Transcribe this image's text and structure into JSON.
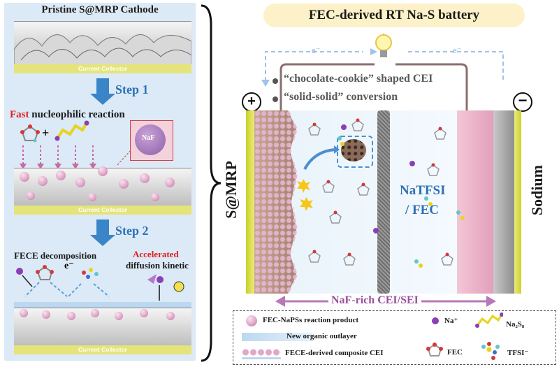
{
  "left_panel": {
    "title": "Pristine S@MRP Cathode",
    "current_collector_label": "Current    Collector",
    "step1_label": "Step 1",
    "fast_word": "Fast",
    "nucleophilic_text": " nucleophilic reaction",
    "plus_sign": "+",
    "naf_label": "NaF",
    "step2_label": "Step 2",
    "fece_decomp": "FECE decomposition",
    "electron_label": "e⁻",
    "accelerated_word": "Accelerated",
    "diffusion_text": "diffusion kinetic"
  },
  "right_panel": {
    "title": "FEC-derived RT Na-S battery",
    "electron_left": "e⁻",
    "electron_right": "e⁻",
    "bullet1": "“chocolate-cookie” shaped CEI",
    "bullet2": "“solid-solid” conversion",
    "plus_terminal": "+",
    "minus_terminal": "−",
    "cathode_label": "S@MRP",
    "anode_label": "Sodium",
    "electrolyte_line1": "NaTFSI",
    "electrolyte_line2": "/ FEC",
    "interphase_label": "NaF-rich CEI/SEI"
  },
  "legend": {
    "product": "FEC-NaPSs reaction product",
    "outlayer": "New organic outlayer",
    "composite": "FECE-derived composite CEI",
    "na_ion": "Na⁺",
    "na2s8": "Na₂S₈",
    "fec": "FEC",
    "tfsi": "TFSI⁻"
  },
  "colors": {
    "step_arrow": "#3a84c8",
    "sphere": "#e0a8c8",
    "collector": "#e4e47a",
    "title_bg": "#fdf1c9",
    "accent_red": "#e02020",
    "electrolyte_text": "#2e6fb4",
    "interphase_text": "#9b4f9e"
  }
}
